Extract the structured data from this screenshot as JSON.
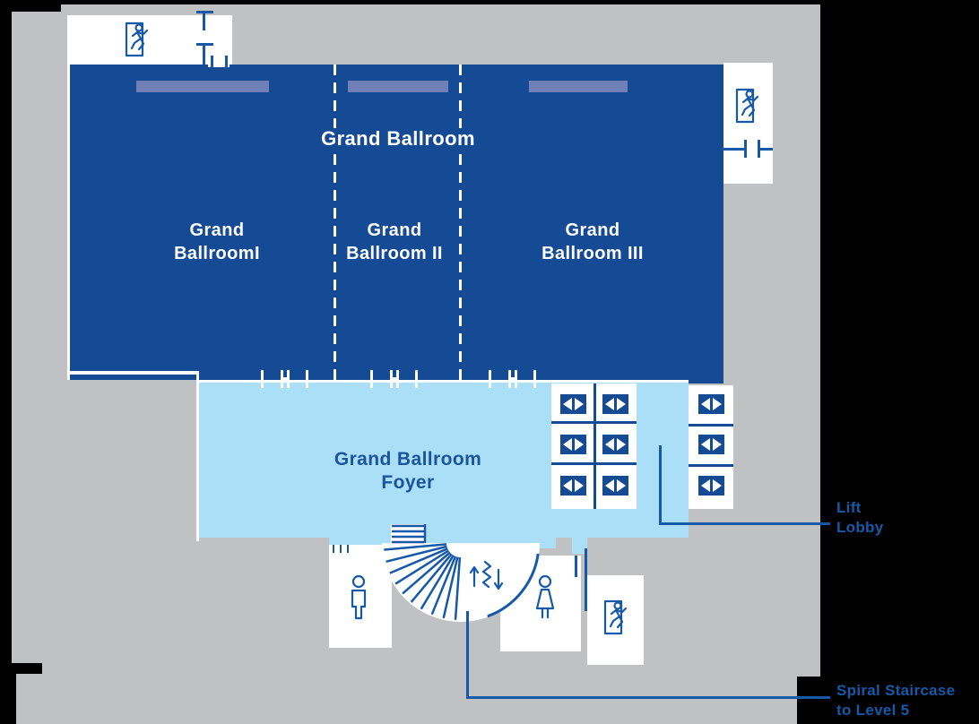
{
  "page": {
    "background": "#000000",
    "description": "Grand Ballroom level floor plan"
  },
  "colors": {
    "ballroom_blue": "#154a94",
    "foyer_blue": "#abdff8",
    "stage_purple": "#7280b8",
    "building_gray": "#c0c1c3",
    "line_blue": "#1659a8",
    "white": "#ffffff"
  },
  "rooms": {
    "grand_ballroom": {
      "label": "Grand Ballroom"
    },
    "ballroom_1": {
      "line1": "Grand",
      "line2": "BallroomI"
    },
    "ballroom_2": {
      "line1": "Grand",
      "line2": "Ballroom II"
    },
    "ballroom_3": {
      "line1": "Grand",
      "line2": "Ballroom III"
    },
    "foyer": {
      "line1": "Grand Ballroom",
      "line2": "Foyer"
    }
  },
  "callouts": {
    "lift_lobby": {
      "line1": "Lift",
      "line2": "Lobby"
    },
    "spiral_staircase": {
      "line1": "Spiral Staircase",
      "line2": "to Level 5"
    }
  },
  "icons": {
    "exit_icon": "running-person-through-door",
    "lift_icon": "elevator-doors ◀▶",
    "male_restroom_icon": "standing-person-outline",
    "female_restroom_icon": "person-in-dress-outline",
    "spiral_staircase_icon": "fanned-stair-treads",
    "stair_direction_icon": "up-down-arrows-with-zigzag",
    "door_icon": "wall-opening-door-marks"
  },
  "counts": {
    "lifts": 9,
    "exits": 3,
    "ballroom_sections": 3
  }
}
